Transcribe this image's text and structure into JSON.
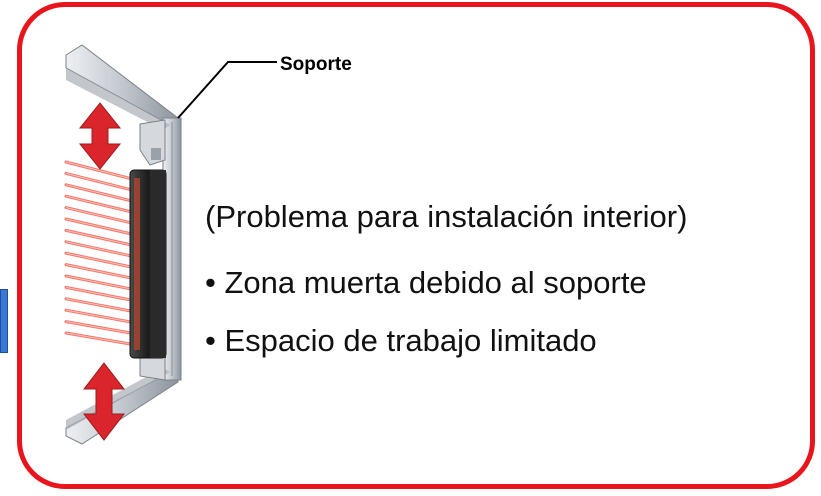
{
  "callout": {
    "label": "Soporte"
  },
  "heading": "(Problema para instalación interior)",
  "bullets": [
    {
      "text": "• Zona muerta debido al soporte"
    },
    {
      "text": "• Espacio de trabajo limitado"
    }
  ],
  "colors": {
    "border": "#e8151c",
    "beam": "#f04a3a",
    "arrow": "#d9252b",
    "frame": "#c9ced4",
    "sensor": "#222222",
    "side_tab": "#3a78d6"
  }
}
